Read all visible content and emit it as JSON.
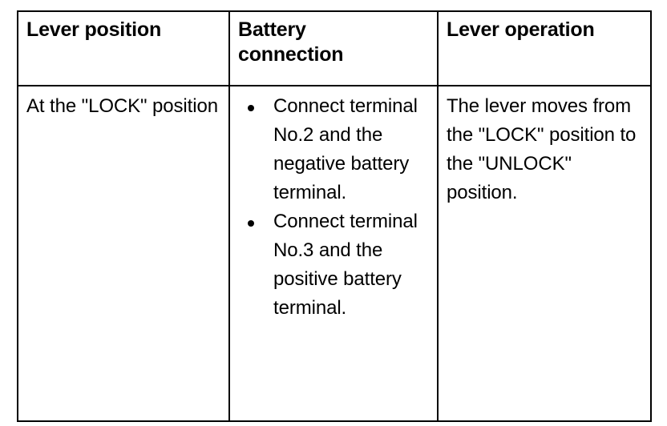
{
  "table": {
    "columns": [
      {
        "key": "lever-position",
        "header": "Lever position"
      },
      {
        "key": "battery-connection",
        "header": "Battery\nconnection"
      },
      {
        "key": "lever-operation",
        "header": "Lever operation"
      }
    ],
    "rows": [
      {
        "lever_position": "At the \"LOCK\" position",
        "battery_connection_bullets": [
          "Connect terminal No.2 and the negative battery terminal.",
          "Connect terminal No.3 and the positive battery terminal."
        ],
        "lever_operation": "The lever moves from the \"LOCK\" position to the \"UNLOCK\" position."
      }
    ]
  },
  "style": {
    "border_color": "#000000",
    "text_color": "#000000",
    "background_color": "#ffffff",
    "bullet_glyph": "bullet-dot"
  }
}
